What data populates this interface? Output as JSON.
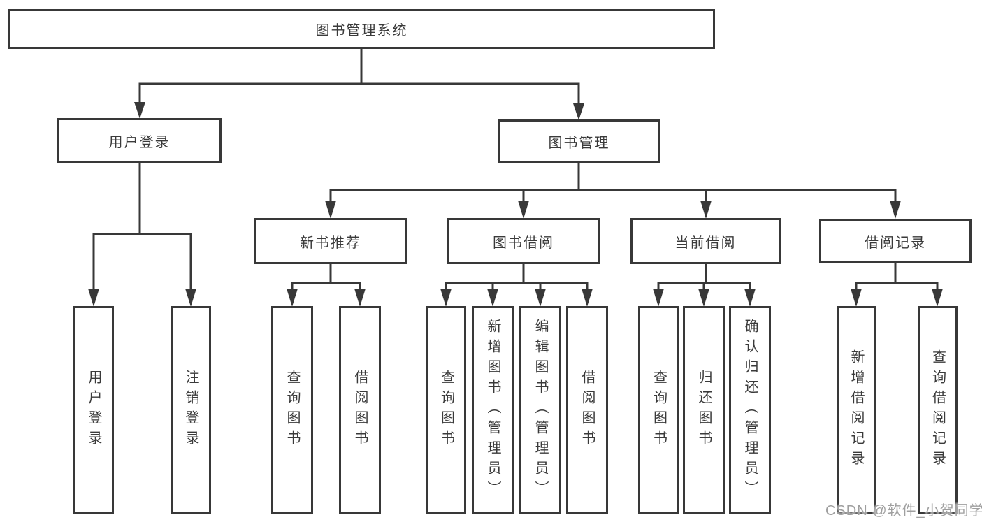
{
  "tree": {
    "label": "图书管理系统",
    "children": [
      {
        "label": "用户登录",
        "children": [
          {
            "label": "用户登录"
          },
          {
            "label": "注销登录"
          }
        ]
      },
      {
        "label": "图书管理",
        "children": [
          {
            "label": "新书推荐",
            "children": [
              {
                "label": "查询图书"
              },
              {
                "label": "借阅图书"
              }
            ]
          },
          {
            "label": "图书借阅",
            "children": [
              {
                "label": "查询图书"
              },
              {
                "label": "新增图书（管理员）"
              },
              {
                "label": "编辑图书（管理员）"
              },
              {
                "label": "借阅图书"
              }
            ]
          },
          {
            "label": "当前借阅",
            "children": [
              {
                "label": "查询图书"
              },
              {
                "label": "归还图书"
              },
              {
                "label": "确认归还（管理员）"
              }
            ]
          },
          {
            "label": "借阅记录",
            "children": [
              {
                "label": "新增借阅记录"
              },
              {
                "label": "查询借阅记录"
              }
            ]
          }
        ]
      }
    ]
  },
  "watermark": {
    "text": "CSDN @软件_小贺同学"
  },
  "colors": {
    "line": "#383838",
    "text": "#3a3a3a",
    "box_fill": "#ffffff",
    "watermark": "#9f9f9f",
    "background": "#ffffff"
  }
}
